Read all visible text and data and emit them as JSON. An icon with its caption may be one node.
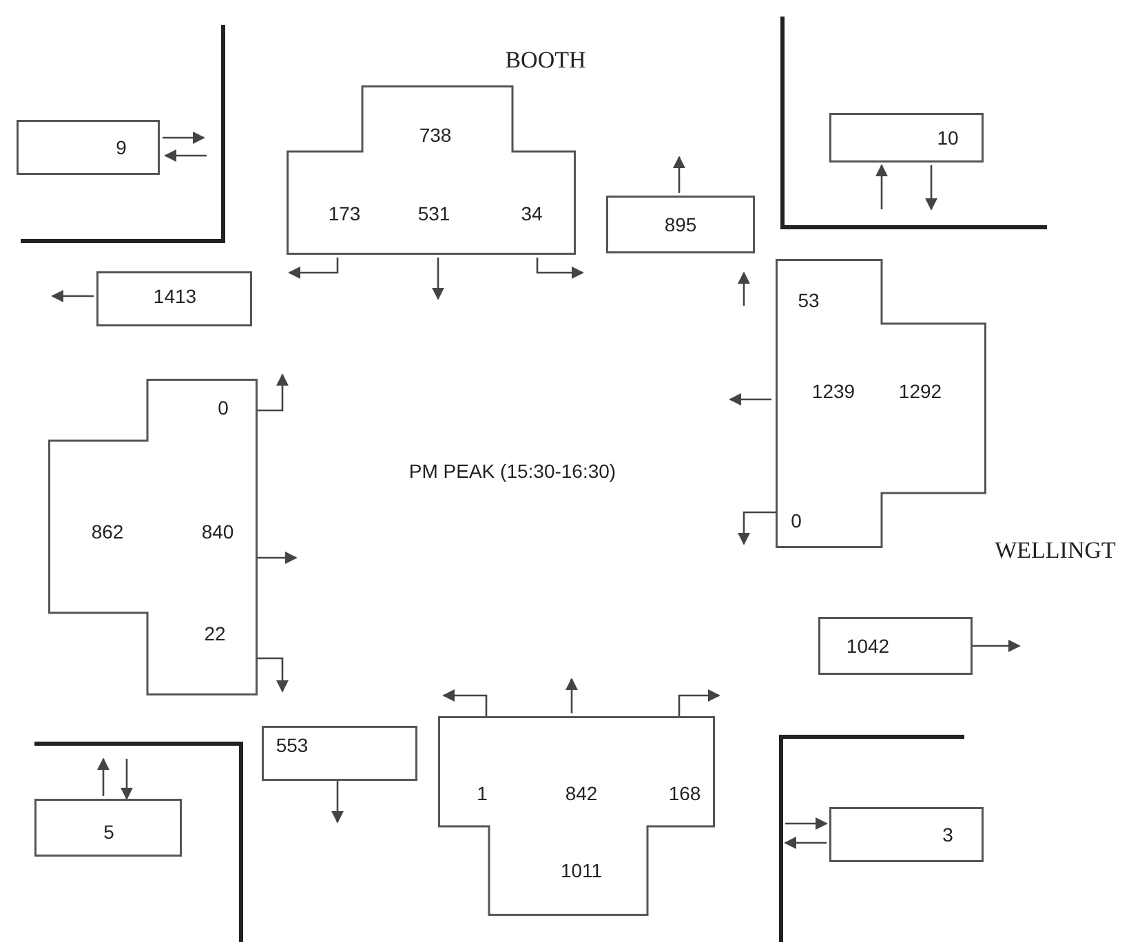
{
  "diagram": {
    "title": "PM PEAK (15:30-16:30)",
    "nodes": [
      {
        "text": [
          "9"
        ]
      },
      {
        "text": [
          "738",
          "173",
          "531",
          "34"
        ]
      },
      {
        "text": [
          "895"
        ]
      },
      {
        "text": [
          "10"
        ]
      },
      {
        "text": [
          "1413"
        ]
      },
      {
        "text": [
          "53",
          "1239",
          "1292",
          "0"
        ]
      },
      {
        "text": [
          "0",
          "862",
          "840",
          "22"
        ]
      },
      {
        "text": [
          "1042"
        ]
      },
      {
        "text": [
          "553"
        ]
      },
      {
        "text": [
          "1",
          "842",
          "168",
          "1011"
        ]
      },
      {
        "text": [
          "5"
        ]
      },
      {
        "text": [
          "3"
        ]
      }
    ],
    "labels": [
      "BOOTH",
      "WELLINGT"
    ]
  }
}
